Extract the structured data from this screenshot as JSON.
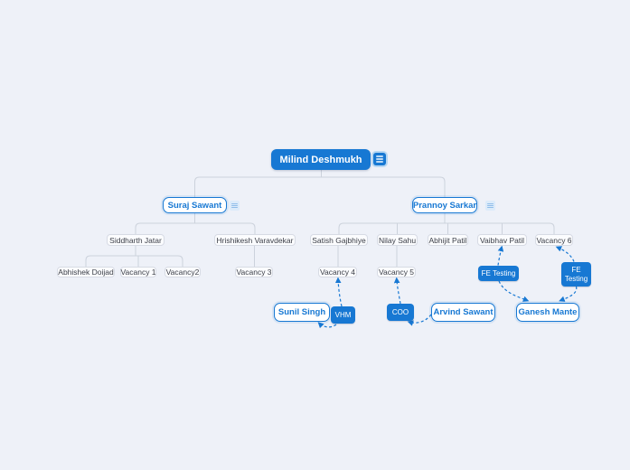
{
  "colors": {
    "primary_blue": "#1778d3",
    "connector_gray": "#ccd2dc",
    "plain_node_border": "#d7dbe4",
    "background": "#eef1f8"
  },
  "org_chart": {
    "root": {
      "label": "Milind Deshmukh"
    },
    "nodes": {
      "suraj": {
        "label": "Suraj Sawant"
      },
      "prannoy": {
        "label": "Prannoy Sarkar"
      },
      "siddharth": {
        "label": "Siddharth Jatar"
      },
      "hrishikesh": {
        "label": "Hrishikesh Varavdekar"
      },
      "abhishek": {
        "label": "Abhishek Doijad"
      },
      "vacancy1": {
        "label": "Vacancy 1"
      },
      "vacancy2": {
        "label": "Vacancy2"
      },
      "vacancy3": {
        "label": "Vacancy 3"
      },
      "satish": {
        "label": "Satish Gajbhiye"
      },
      "nilay": {
        "label": "Nilay Sahu"
      },
      "abhijit": {
        "label": "Abhijit Patil"
      },
      "vaibhav": {
        "label": "Vaibhav Patil"
      },
      "vacancy6": {
        "label": "Vacancy 6"
      },
      "vacancy4": {
        "label": "Vacancy 4"
      },
      "vacancy5": {
        "label": "Vacancy 5"
      },
      "sunil": {
        "label": "Sunil Singh"
      },
      "arvind": {
        "label": "Arvind Sawant"
      },
      "ganesh": {
        "label": "Ganesh Mante"
      }
    },
    "badges": {
      "vhm": {
        "label": "VHM"
      },
      "coo": {
        "label": "COO"
      },
      "fe1": {
        "label": "FE Testing"
      },
      "fe2": {
        "label": "FE Testing"
      }
    },
    "hierarchy": {
      "Milind Deshmukh": [
        "Suraj Sawant",
        "Prannoy Sarkar"
      ],
      "Suraj Sawant": [
        "Siddharth Jatar",
        "Hrishikesh Varavdekar"
      ],
      "Siddharth Jatar": [
        "Abhishek Doijad",
        "Vacancy 1",
        "Vacancy2"
      ],
      "Hrishikesh Varavdekar": [
        "Vacancy 3"
      ],
      "Prannoy Sarkar": [
        "Satish Gajbhiye",
        "Nilay Sahu",
        "Abhijit Patil",
        "Vaibhav Patil",
        "Vacancy 6"
      ],
      "Satish Gajbhiye": [
        "Vacancy 4"
      ],
      "Nilay Sahu": [
        "Vacancy 5"
      ]
    },
    "dotted_links": [
      {
        "from": "Sunil Singh",
        "via_label": "VHM",
        "to": "Vacancy 4"
      },
      {
        "from": "Arvind Sawant",
        "via_label": "COO",
        "to": "Vacancy 5"
      },
      {
        "from": "Ganesh Mante",
        "via_label": "FE Testing",
        "to": "Vaibhav Patil"
      },
      {
        "from": "Ganesh Mante",
        "via_label": "FE Testing",
        "to": "Vacancy 6"
      }
    ]
  }
}
